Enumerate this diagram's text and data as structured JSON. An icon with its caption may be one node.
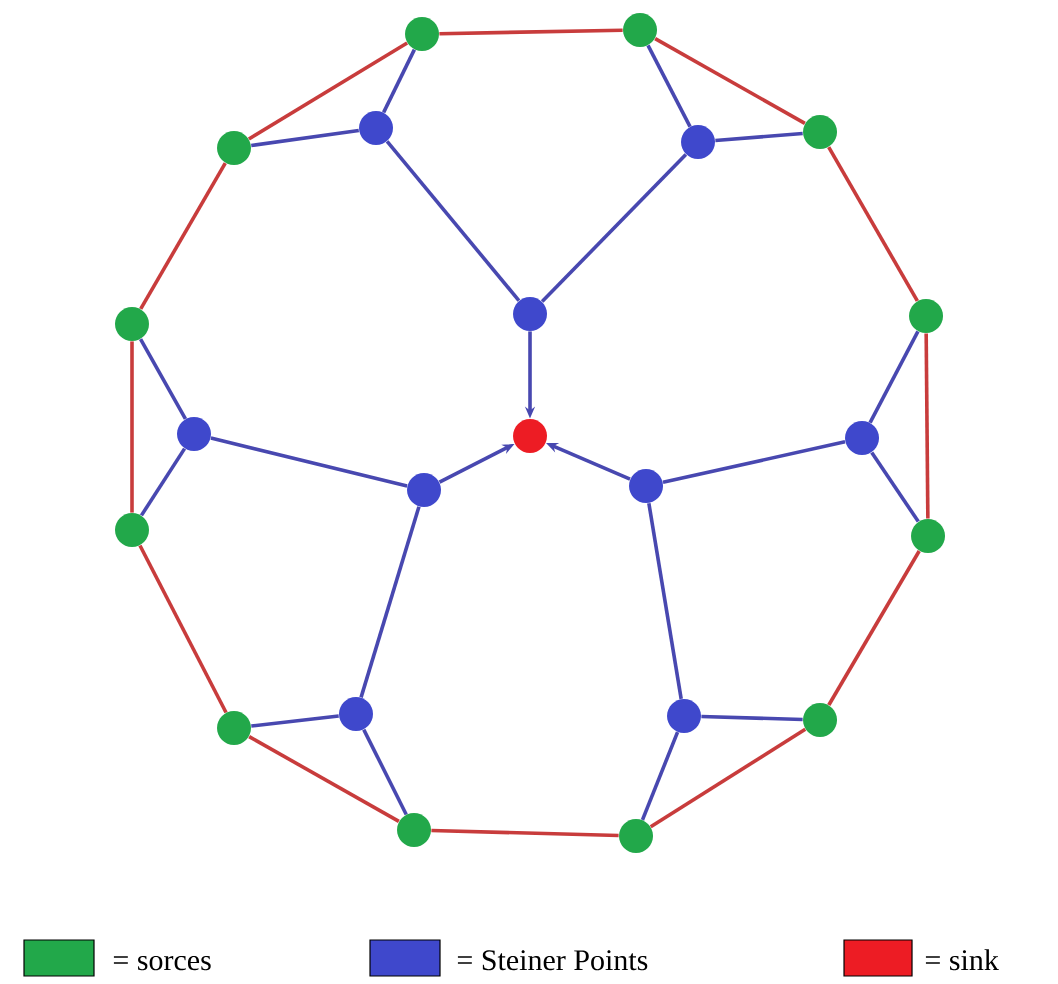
{
  "diagram": {
    "nodes": [
      {
        "text": [],
        "shape": "circle"
      },
      {
        "text": [],
        "shape": "circle"
      },
      {
        "text": [],
        "shape": "circle"
      },
      {
        "text": [],
        "shape": "circle"
      },
      {
        "text": [],
        "shape": "circle"
      },
      {
        "text": [],
        "shape": "circle"
      },
      {
        "text": [],
        "shape": "circle"
      },
      {
        "text": [],
        "shape": "circle"
      },
      {
        "text": [],
        "shape": "circle"
      },
      {
        "text": [],
        "shape": "circle"
      },
      {
        "text": [],
        "shape": "circle"
      },
      {
        "text": [],
        "shape": "circle"
      },
      {
        "text": [],
        "shape": "circle"
      },
      {
        "text": [],
        "shape": "circle"
      },
      {
        "text": [],
        "shape": "circle"
      },
      {
        "text": [],
        "shape": "circle"
      },
      {
        "text": [],
        "shape": "circle"
      },
      {
        "text": [],
        "shape": "circle"
      },
      {
        "text": [],
        "shape": "circle"
      },
      {
        "text": [],
        "shape": "circle"
      },
      {
        "text": [],
        "shape": "circle"
      },
      {
        "text": [],
        "shape": "circle"
      }
    ],
    "edges": [
      {
        "from": 2,
        "to": 3,
        "arrow": "none"
      },
      {
        "from": 0,
        "to": 3,
        "arrow": "none"
      },
      {
        "from": 3,
        "to": 7,
        "arrow": "none"
      },
      {
        "from": 1,
        "to": 4,
        "arrow": "none"
      },
      {
        "from": 5,
        "to": 4,
        "arrow": "none"
      },
      {
        "from": 4,
        "to": 7,
        "arrow": "none"
      },
      {
        "from": 7,
        "to": 11,
        "arrow": "to"
      },
      {
        "from": 6,
        "to": 9,
        "arrow": "none"
      },
      {
        "from": 14,
        "to": 9,
        "arrow": "none"
      },
      {
        "from": 9,
        "to": 10,
        "arrow": "none"
      },
      {
        "from": 10,
        "to": 11,
        "arrow": "to"
      },
      {
        "from": 10,
        "to": 17,
        "arrow": "none"
      },
      {
        "from": 17,
        "to": 16,
        "arrow": "none"
      },
      {
        "from": 17,
        "to": 20,
        "arrow": "none"
      },
      {
        "from": 8,
        "to": 13,
        "arrow": "none"
      },
      {
        "from": 15,
        "to": 13,
        "arrow": "none"
      },
      {
        "from": 13,
        "to": 12,
        "arrow": "none"
      },
      {
        "from": 12,
        "to": 11,
        "arrow": "to"
      },
      {
        "from": 12,
        "to": 18,
        "arrow": "none"
      },
      {
        "from": 18,
        "to": 19,
        "arrow": "none"
      },
      {
        "from": 18,
        "to": 21,
        "arrow": "none"
      },
      {
        "from": 0,
        "to": 1,
        "arrow": "none",
        "color": "#c83c3c"
      },
      {
        "from": 1,
        "to": 5,
        "arrow": "none",
        "color": "#c83c3c"
      },
      {
        "from": 5,
        "to": 8,
        "arrow": "none",
        "color": "#c83c3c"
      },
      {
        "from": 8,
        "to": 15,
        "arrow": "none",
        "color": "#c83c3c"
      },
      {
        "from": 15,
        "to": 19,
        "arrow": "none",
        "color": "#c83c3c"
      },
      {
        "from": 19,
        "to": 21,
        "arrow": "none",
        "color": "#c83c3c"
      },
      {
        "from": 21,
        "to": 20,
        "arrow": "none",
        "color": "#c83c3c"
      },
      {
        "from": 20,
        "to": 16,
        "arrow": "none",
        "color": "#c83c3c"
      },
      {
        "from": 16,
        "to": 14,
        "arrow": "none",
        "color": "#c83c3c"
      },
      {
        "from": 14,
        "to": 6,
        "arrow": "none",
        "color": "#c83c3c"
      },
      {
        "from": 6,
        "to": 2,
        "arrow": "none",
        "color": "#c83c3c"
      },
      {
        "from": 2,
        "to": 0,
        "arrow": "none",
        "color": "#c83c3c"
      }
    ],
    "legend": [
      {
        "text": "= sorces",
        "color": "#22a84a"
      },
      {
        "text": "= Steiner Points",
        "color": "#3f48cc"
      },
      {
        "text": "= sink",
        "color": "#ed1c24"
      }
    ]
  }
}
